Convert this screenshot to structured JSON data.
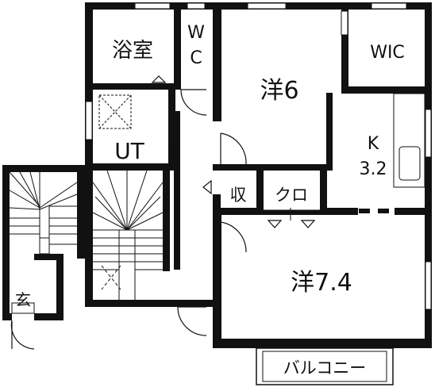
{
  "rooms": {
    "bath": "浴室",
    "wc_top": "W",
    "wc_bottom": "C",
    "western_6": "洋6",
    "wic": "WIC",
    "utility": "UT",
    "kitchen_k": "K",
    "kitchen_size": "3.2",
    "storage": "収",
    "closet": "クロ",
    "western_74": "洋7.4",
    "entrance": "玄",
    "balcony": "バルコニー"
  },
  "colors": {
    "wall": "#111111",
    "background": "#ffffff",
    "window": "#ffffff"
  }
}
